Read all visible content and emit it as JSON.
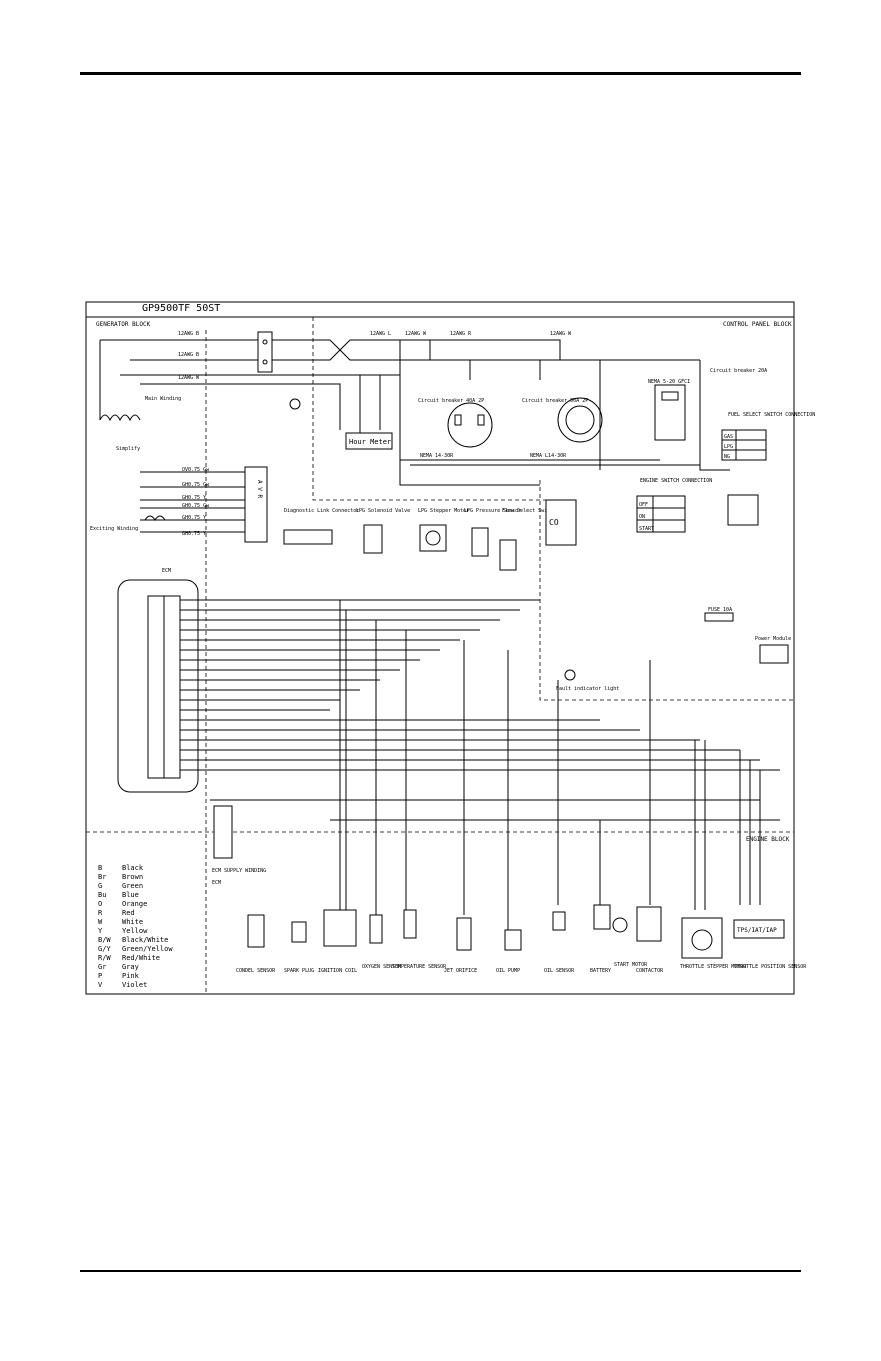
{
  "title": "GP9500TF 50ST",
  "blocks": {
    "generator": "GENERATOR BLOCK",
    "control_panel": "CONTROL PANEL BLOCK",
    "engine": "ENGINE BLOCK"
  },
  "wires_top": [
    "12AWG B",
    "12AWG L",
    "12AWG W",
    "12AWG R",
    "12AWG W",
    "12AWG B",
    "12AWG W"
  ],
  "components": {
    "main_winding": "Main Winding",
    "exciting_winding": "Exciting Winding",
    "simplify": "Simplify",
    "hour_meter": "Hour Meter",
    "avr": "A V R",
    "breaker_1": "Circuit breaker 40A 2P",
    "breaker_2": "Circuit breaker 50A 2P",
    "breaker_3": "Circuit breaker 20A",
    "nema_1": "NEMA 14-30R",
    "nema_2": "NEMA L14-30R",
    "nema_3": "NEMA 5-20 GFCI",
    "fuel_switch": "FUEL SELECT SWITCH CONNECTION",
    "engine_switch": "ENGINE SWITCH CONNECTION",
    "diag_connector": "Diagnostic Link Connector",
    "lpg_valve": "LPG Solenoid Valve",
    "lpg_stepper": "LPG Stepper Motor",
    "lpg_pressure": "LPG Pressure Sensor",
    "flow_switch": "Flow Select Switch",
    "co": "CO",
    "fault_light": "Fault indicator light",
    "ecm": "ECM",
    "power_module": "Power Module",
    "fuse": "FUSE 10A",
    "ecm_supply": "ECM SUPPLY WINDING",
    "ecm2": "ECM"
  },
  "avr_pins": [
    "OV0.75 Gw",
    "GH0.75 Gw",
    "GH0.75 Y",
    "GH0.75 Gw",
    "GH0.75 Y",
    "GH0.75 Y"
  ],
  "fuel_table": [
    "GAS",
    "LPG",
    "NG"
  ],
  "engine_table": [
    "OFF",
    "ON",
    "START"
  ],
  "engine_components": [
    "CONDEL SENSOR",
    "SPARK PLUG",
    "IGNITION COIL",
    "OXYGEN SENSOR",
    "TEMPERATURE SENSOR",
    "JET ORIFICE",
    "OIL PUMP",
    "OIL SENSOR",
    "BATTERY",
    "START MOTOR",
    "CONTACTOR",
    "THROTTLE STEPPER MOTOR",
    "THROTTLE POSITION SENSOR"
  ],
  "tps_box": "TPS/IAT/IAP",
  "legend": [
    {
      "code": "B",
      "name": "Black"
    },
    {
      "code": "Br",
      "name": "Brown"
    },
    {
      "code": "G",
      "name": "Green"
    },
    {
      "code": "Bu",
      "name": "Blue"
    },
    {
      "code": "O",
      "name": "Orange"
    },
    {
      "code": "R",
      "name": "Red"
    },
    {
      "code": "W",
      "name": "White"
    },
    {
      "code": "Y",
      "name": "Yellow"
    },
    {
      "code": "B/W",
      "name": "Black/White"
    },
    {
      "code": "G/Y",
      "name": "Green/Yellow"
    },
    {
      "code": "R/W",
      "name": "Red/White"
    },
    {
      "code": "Gr",
      "name": "Gray"
    },
    {
      "code": "P",
      "name": "Pink"
    },
    {
      "code": "V",
      "name": "Violet"
    }
  ]
}
